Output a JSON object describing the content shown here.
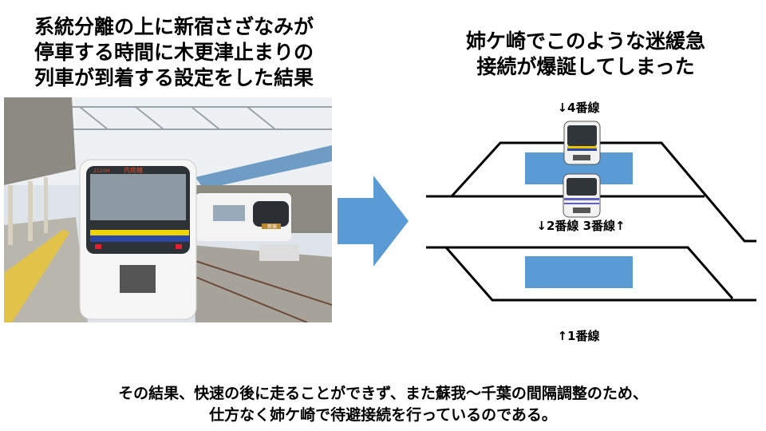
{
  "left_title": {
    "lines": [
      "系統分離の上に新宿さざなみが",
      "停車する時間に木更津止まりの",
      "列車が到着する設定をした結果"
    ]
  },
  "right_title": {
    "lines": [
      "姉ケ崎でこのような迷緩急",
      "接続が爆誕してしまった"
    ]
  },
  "photo": {
    "destination_sign": "内房線",
    "train_number": "2120M",
    "second_train_sign": "新宿"
  },
  "diagram": {
    "track_4_label": "↓4番線",
    "track_2_3_label": "↓2番線 3番線↑",
    "track_1_label": "↑1番線",
    "platform_color": "#5b9bd5"
  },
  "arrow_color": "#5b9bd5",
  "bottom_text": {
    "lines": [
      "その結果、快速の後に走ることができず、また蘇我～千葉の間隔調整のため、",
      "仕方なく姉ケ崎で待避接続を行っているのである。"
    ]
  }
}
